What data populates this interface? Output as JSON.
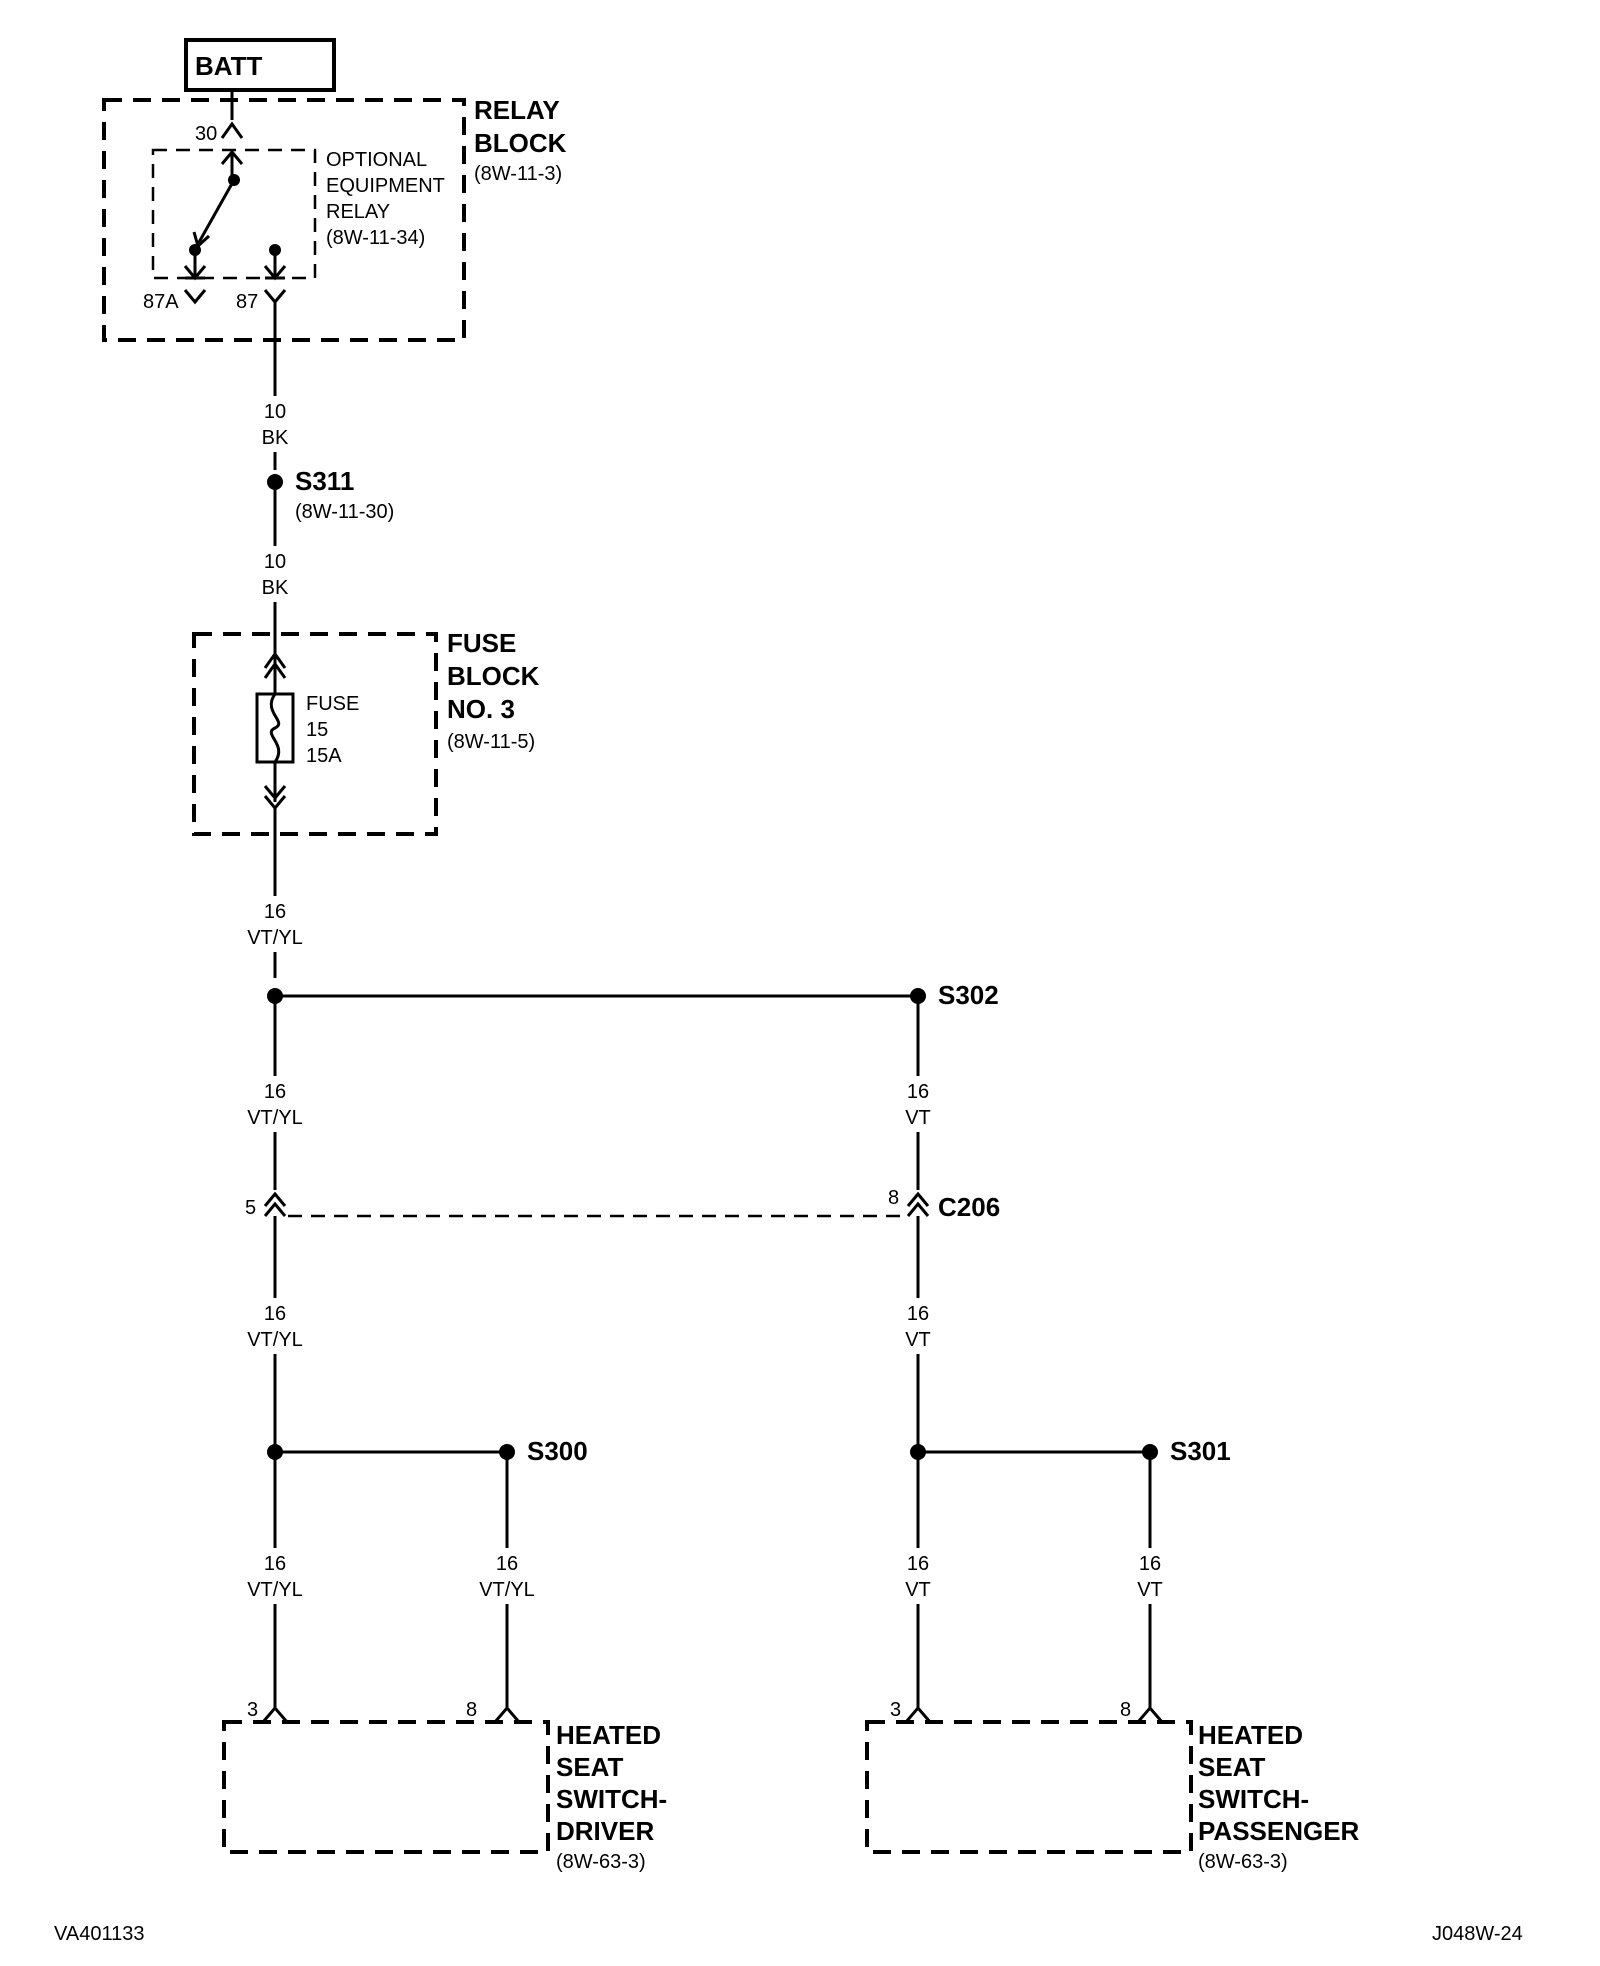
{
  "battery": {
    "label": "BATT"
  },
  "relay_block": {
    "title_line1": "RELAY",
    "title_line2": "BLOCK",
    "ref": "(8W-11-3)",
    "pin_30": "30",
    "pin_87a": "87A",
    "pin_87": "87",
    "relay": {
      "line1": "OPTIONAL",
      "line2": "EQUIPMENT",
      "line3": "RELAY",
      "ref": "(8W-11-34)"
    }
  },
  "wire_relay_s311": {
    "gauge": "10",
    "color": "BK"
  },
  "splice_s311": {
    "label": "S311",
    "ref": "(8W-11-30)"
  },
  "wire_s311_fuse": {
    "gauge": "10",
    "color": "BK"
  },
  "fuse_block": {
    "title_line1": "FUSE",
    "title_line2": "BLOCK",
    "title_line3": "NO. 3",
    "ref": "(8W-11-5)",
    "fuse": {
      "line1": "FUSE",
      "line2": "15",
      "line3": "15A"
    }
  },
  "wire_fuse_out": {
    "gauge": "16",
    "color": "VT/YL"
  },
  "splice_s302": {
    "label": "S302"
  },
  "wire_left_upper": {
    "gauge": "16",
    "color": "VT/YL"
  },
  "wire_right_upper": {
    "gauge": "16",
    "color": "VT"
  },
  "connector_c206": {
    "label": "C206",
    "pin_left": "5",
    "pin_right": "8"
  },
  "wire_left_mid": {
    "gauge": "16",
    "color": "VT/YL"
  },
  "wire_right_mid": {
    "gauge": "16",
    "color": "VT"
  },
  "splice_s300": {
    "label": "S300"
  },
  "splice_s301": {
    "label": "S301"
  },
  "wire_drv_a": {
    "gauge": "16",
    "color": "VT/YL"
  },
  "wire_drv_b": {
    "gauge": "16",
    "color": "VT/YL"
  },
  "wire_pass_a": {
    "gauge": "16",
    "color": "VT"
  },
  "wire_pass_b": {
    "gauge": "16",
    "color": "VT"
  },
  "switch_driver": {
    "line1": "HEATED",
    "line2": "SEAT",
    "line3": "SWITCH-",
    "line4": "DRIVER",
    "ref": "(8W-63-3)",
    "pin_a": "3",
    "pin_b": "8"
  },
  "switch_passenger": {
    "line1": "HEATED",
    "line2": "SEAT",
    "line3": "SWITCH-",
    "line4": "PASSENGER",
    "ref": "(8W-63-3)",
    "pin_a": "3",
    "pin_b": "8"
  },
  "footer": {
    "left_code": "VA401133",
    "right_code": "J048W-24"
  }
}
